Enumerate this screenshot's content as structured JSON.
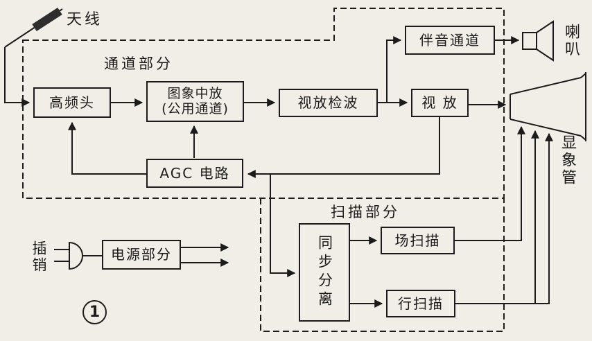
{
  "figure": {
    "number": "1"
  },
  "labels": {
    "antenna": "天线",
    "channel_section": "通道部分",
    "scan_section": "扫描部分",
    "speaker": "喇叭",
    "crt": "显象管",
    "plug": "插销"
  },
  "blocks": {
    "tuner": "高频头",
    "if_amp": {
      "line1": "图象中放",
      "line2": "(公用通道)"
    },
    "video_detector": "视放检波",
    "video_amp": "视 放",
    "sound_channel": "伴音通道",
    "agc": "AGC 电路",
    "sync_separator": "同步分离",
    "field_scan": "场扫描",
    "line_scan": "行扫描",
    "power_supply": "电源部分"
  },
  "colors": {
    "ink": "#1b1b1b",
    "paper": "#f0eee7"
  }
}
